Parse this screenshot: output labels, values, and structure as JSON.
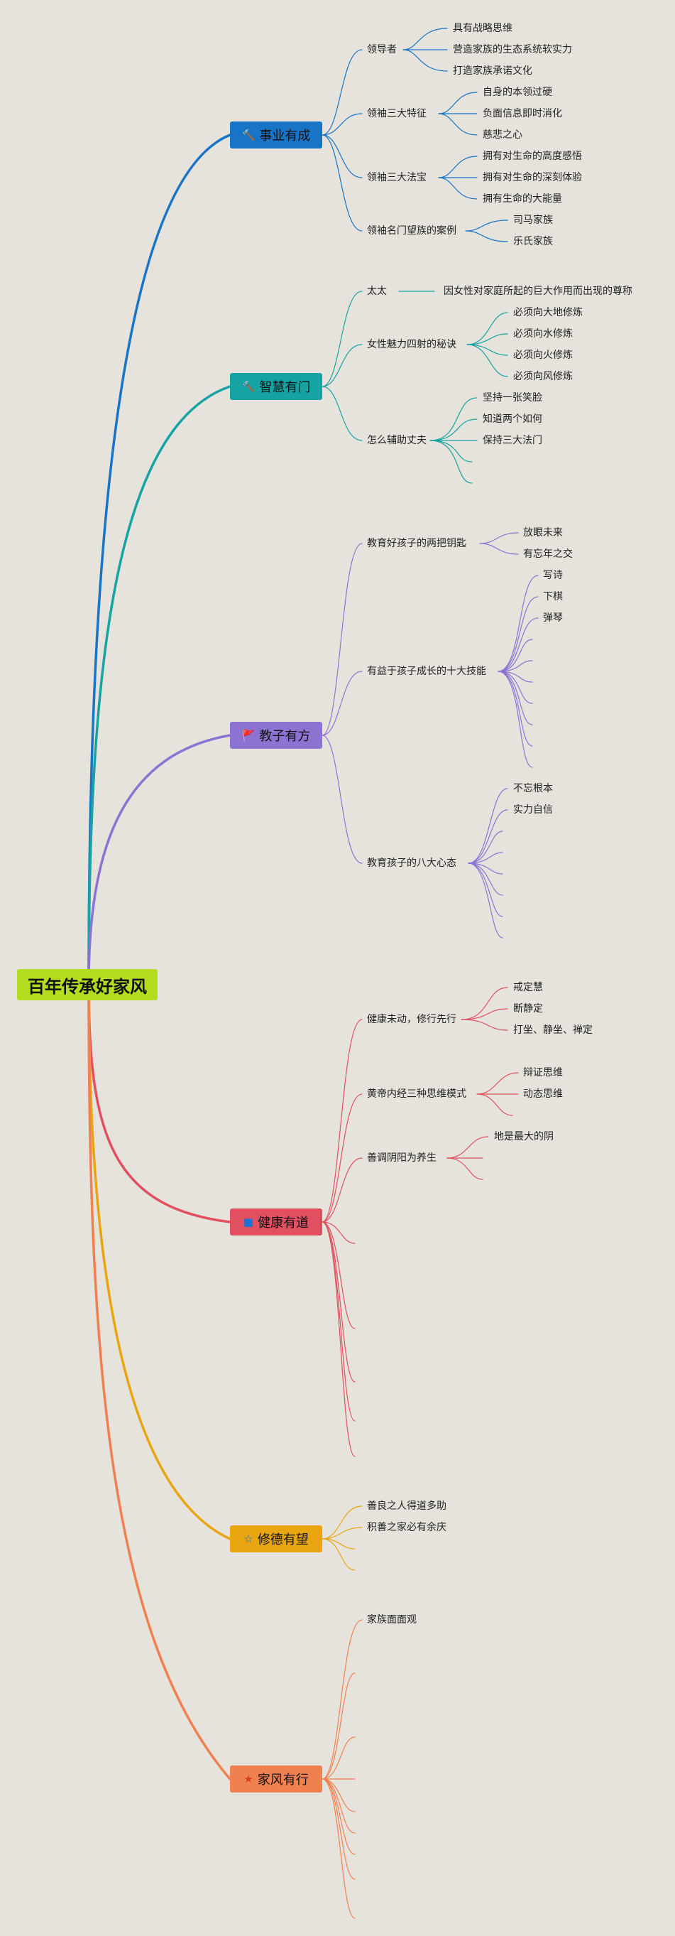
{
  "root": "百年传承好家风",
  "branches": [
    {
      "label": "事业有成",
      "icon": "hammer-icon",
      "glyph": "🔨",
      "color": "#1874c6"
    },
    {
      "label": "智慧有门",
      "icon": "hammer-icon",
      "glyph": "🔨",
      "color": "#16a3a3"
    },
    {
      "label": "教子有方",
      "icon": "flag-icon",
      "glyph": "🚩",
      "color": "#8c73d2"
    },
    {
      "label": "健康有道",
      "icon": "square-icon",
      "glyph": "■",
      "color": "#e05060"
    },
    {
      "label": "修德有望",
      "icon": "star-icon",
      "glyph": "☆",
      "color": "#e8a510"
    },
    {
      "label": "家风有行",
      "icon": "star-icon",
      "glyph": "★",
      "color": "#f08050"
    }
  ],
  "topics": {
    "shiye": {
      "lingdaozhe": "领导者",
      "lingdaozhe_items": [
        "具有战略思维",
        "营造家族的生态系统软实力",
        "打造家族承诺文化"
      ],
      "tezheng": "领袖三大特征",
      "tezheng_items": [
        "自身的本领过硬",
        "负面信息即时消化",
        "慈悲之心"
      ],
      "fabao": "领袖三大法宝",
      "fabao_items": [
        "拥有对生命的高度感悟",
        "拥有对生命的深刻体验",
        "拥有生命的大能量"
      ],
      "anli": "领袖名门望族的案例",
      "anli_items": [
        "司马家族",
        "乐氏家族"
      ]
    },
    "zhihui": {
      "taitai": "太太",
      "taitai_item": "因女性对家庭所起的巨大作用而出现的尊称",
      "meili": "女性魅力四射的秘诀",
      "meili_items": [
        "必须向大地修炼",
        "必须向水修炼",
        "必须向火修炼",
        "必须向风修炼"
      ],
      "fuzhu": "怎么辅助丈夫",
      "fuzhu_items": [
        "坚持一张笑脸",
        "知道两个如何",
        "保持三大法门"
      ]
    },
    "jiaozi": {
      "yaoshi": "教育好孩子的两把钥匙",
      "yaoshi_items": [
        "放眼未来",
        "有忘年之交"
      ],
      "jineng": "有益于孩子成长的十大技能",
      "jineng_items": [
        "写诗",
        "下棋",
        "弹琴"
      ],
      "xintai": "教育孩子的八大心态",
      "xintai_items": [
        "不忘根本",
        "实力自信"
      ]
    },
    "jiankang": {
      "weidong": "健康未动，修行先行",
      "weidong_items": [
        "戒定慧",
        "断静定",
        "打坐、静坐、禅定"
      ],
      "huangdi": "黄帝内经三种思维模式",
      "huangdi_items": [
        "辩证思维",
        "动态思维"
      ],
      "yinyang": "善调阴阳为养生",
      "yinyang_items": [
        "地是最大的阴"
      ]
    },
    "xiude": {
      "items": [
        "善良之人得道多助",
        "积善之家必有余庆"
      ]
    },
    "jiafeng": {
      "items": [
        "家族面面观"
      ]
    }
  }
}
